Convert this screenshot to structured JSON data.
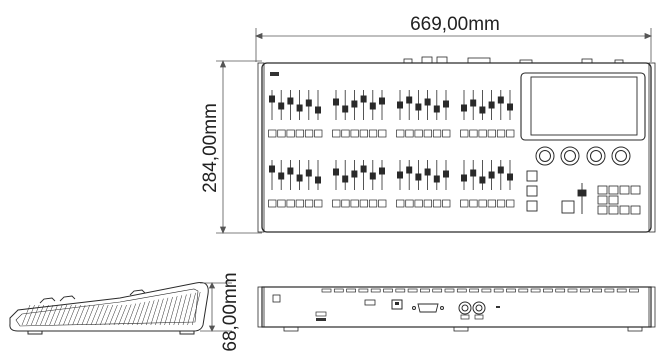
{
  "dimensions": {
    "width": "669,00mm",
    "depth": "284,00mm",
    "height": "68,00mm"
  },
  "views": {
    "top": {
      "fader_banks": 2,
      "fader_groups_per_bank": 4,
      "faders_per_group": 6,
      "encoders": 4
    },
    "side": {},
    "rear": {}
  },
  "colors": {
    "line": "#2a2a2a",
    "dimension_line": "#555555",
    "text": "#222222"
  }
}
